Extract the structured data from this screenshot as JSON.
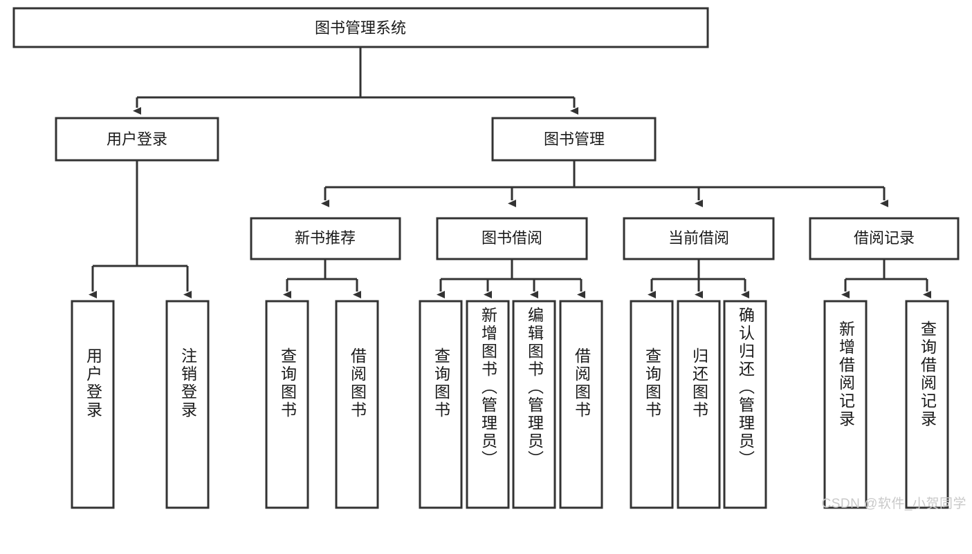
{
  "diagram": {
    "type": "tree-hierarchy",
    "title": "图书管理系统",
    "orientation": "top-down",
    "colors": {
      "box_fill": "#ffffff",
      "box_stroke": "#333333",
      "text": "#1a1a1a",
      "watermark": "#c9c9c9",
      "background": "#ffffff"
    },
    "root": {
      "label": "图书管理系统"
    },
    "level2": [
      {
        "label": "用户登录"
      },
      {
        "label": "图书管理"
      }
    ],
    "level3": [
      {
        "label": "新书推荐"
      },
      {
        "label": "图书借阅"
      },
      {
        "label": "当前借阅"
      },
      {
        "label": "借阅记录"
      }
    ],
    "leaves": {
      "user_login": [
        {
          "label": "用户登录"
        },
        {
          "label": "注销登录"
        }
      ],
      "new_book_recommend": [
        {
          "label": "查询图书"
        },
        {
          "label": "借阅图书"
        }
      ],
      "book_borrow": [
        {
          "label": "查询图书"
        },
        {
          "label": "新增图书（管理员）"
        },
        {
          "label": "编辑图书（管理员）"
        },
        {
          "label": "借阅图书"
        }
      ],
      "current_borrow": [
        {
          "label": "查询图书"
        },
        {
          "label": "归还图书"
        },
        {
          "label": "确认归还（管理员）"
        }
      ],
      "borrow_record": [
        {
          "label": "新增借阅记录"
        },
        {
          "label": "查询借阅记录"
        }
      ]
    },
    "watermark": "CSDN @软件_小贺同学"
  }
}
